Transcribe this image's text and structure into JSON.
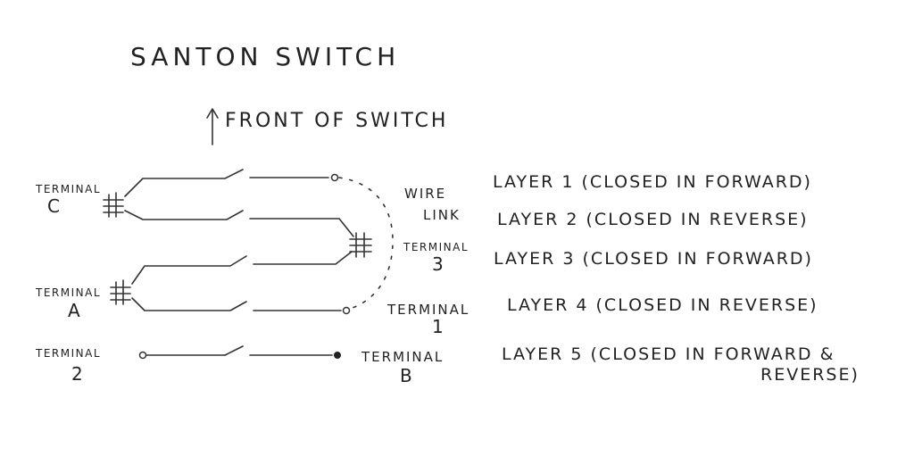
{
  "title": "SANTON SWITCH",
  "front_label": "FRONT OF SWITCH",
  "terminals": {
    "c_word": "TERMINAL",
    "c_id": "C",
    "a_word": "TERMINAL",
    "a_id": "A",
    "two_word": "TERMINAL",
    "two_id": "2",
    "three_word": "TERMINAL",
    "three_id": "3",
    "one_word": "TERMINAL",
    "one_id": "1",
    "b_word": "TERMINAL",
    "b_id": "B"
  },
  "wire_link": {
    "line1": "WIRE",
    "line2": "LINK"
  },
  "layers": [
    {
      "label": "LAYER 1 (CLOSED IN FORWARD)"
    },
    {
      "label": "LAYER 2 (CLOSED IN REVERSE)"
    },
    {
      "label": "LAYER 3 (CLOSED IN FORWARD)"
    },
    {
      "label": "LAYER 4 (CLOSED IN REVERSE)"
    },
    {
      "label": "LAYER 5 (CLOSED IN FORWARD &",
      "label_cont": "REVERSE)"
    }
  ],
  "colors": {
    "ink": "#222222",
    "paper": "#ffffff"
  }
}
